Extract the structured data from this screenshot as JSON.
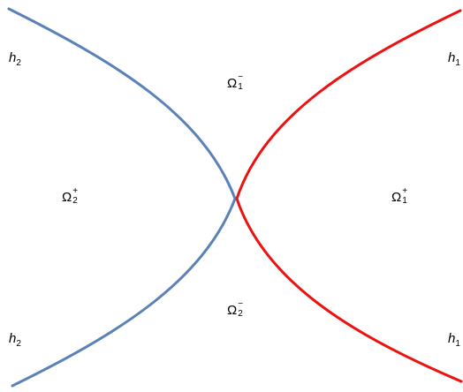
{
  "curves": {
    "h1": {
      "color": "#ee1111"
    },
    "h2": {
      "color": "#5b82b8"
    }
  },
  "labels": {
    "h2_top": {
      "main": "h",
      "sub": "2"
    },
    "h1_top": {
      "main": "h",
      "sub": "1"
    },
    "h2_bottom": {
      "main": "h",
      "sub": "2"
    },
    "h1_bottom": {
      "main": "h",
      "sub": "1"
    }
  },
  "regions": {
    "omega1_minus": {
      "main": "Ω",
      "sup": "−",
      "sub": "1"
    },
    "omega2_plus": {
      "main": "Ω",
      "sup": "+",
      "sub": "2"
    },
    "omega1_plus": {
      "main": "Ω",
      "sup": "+",
      "sub": "1"
    },
    "omega2_minus": {
      "main": "Ω",
      "sup": "−",
      "sub": "2"
    }
  }
}
